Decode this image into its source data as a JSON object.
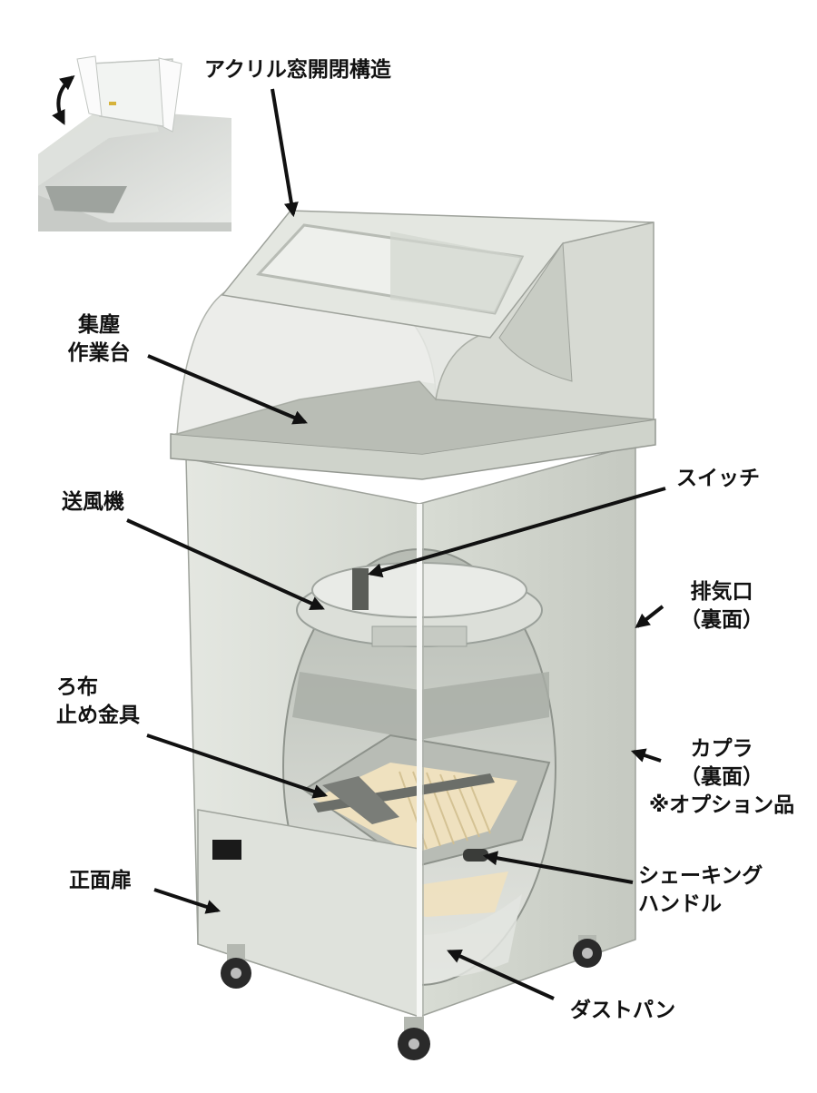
{
  "labels": {
    "acrylic_window": "アクリル窓開閉構造",
    "dust_table": [
      "集塵",
      "作業台"
    ],
    "blower": "送風機",
    "filter_clamp": [
      "ろ布",
      "止め金具"
    ],
    "front_door": "正面扉",
    "switch": "スイッチ",
    "exhaust": [
      "排気口",
      "（裏面）"
    ],
    "coupler": [
      "カプラ",
      "（裏面）",
      "※オプション品"
    ],
    "shaking_handle": [
      "シェーキング",
      "ハンドル"
    ],
    "dust_pan": "ダストパン"
  },
  "colors": {
    "cabinet": "#d9ddd6",
    "cabinet_shadow": "#b9bdb5",
    "filter": "#efe1bf",
    "arrow": "#111111"
  }
}
